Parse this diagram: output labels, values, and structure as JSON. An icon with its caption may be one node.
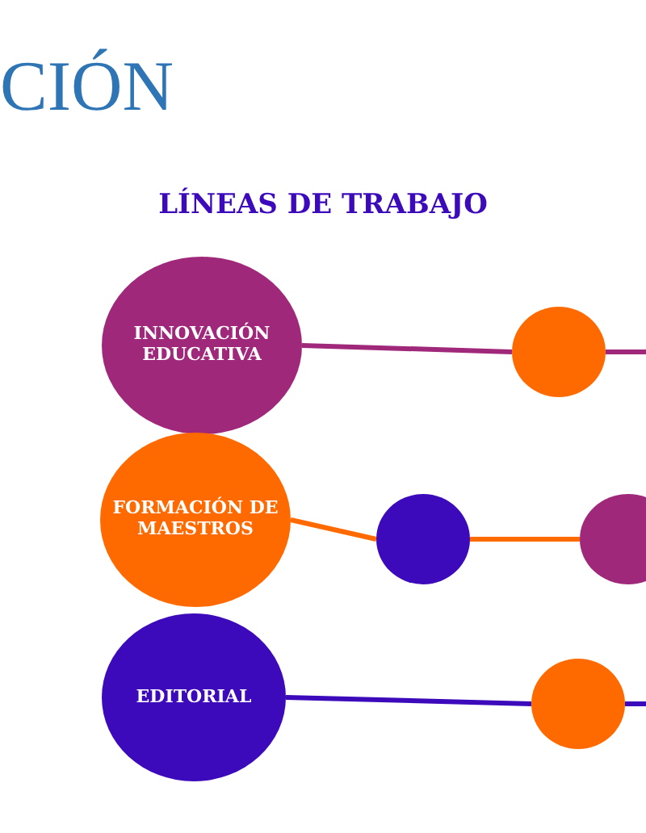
{
  "diagram": {
    "title": "LÍNEAS DE TRABAJO",
    "nodes": [
      {
        "text": [
          "INNOVACIÓN EDUCATIVA"
        ]
      },
      {
        "text": [],
        "shape": "circle"
      },
      {
        "text": [
          "FORMACIÓN DE MAESTROS"
        ]
      },
      {
        "text": [],
        "shape": "circle"
      },
      {
        "text": [],
        "shape": "circle"
      },
      {
        "text": [
          "EDITORIAL"
        ]
      },
      {
        "text": [],
        "shape": "circle"
      }
    ],
    "edges": [
      {
        "from": 0,
        "to": 1,
        "arrow": "none",
        "color": "#a0287a"
      },
      {
        "from": 1,
        "to": null,
        "arrow": "none",
        "color": "#a0287a"
      },
      {
        "from": 2,
        "to": 3,
        "arrow": "none",
        "color": "#ff6a00"
      },
      {
        "from": 3,
        "to": 4,
        "arrow": "none",
        "color": "#ff6a00"
      },
      {
        "from": 5,
        "to": 6,
        "arrow": "none",
        "color": "#3c0aba"
      },
      {
        "from": 6,
        "to": null,
        "arrow": "none",
        "color": "#3c0aba"
      }
    ],
    "labels": [
      "CIÓN"
    ]
  }
}
